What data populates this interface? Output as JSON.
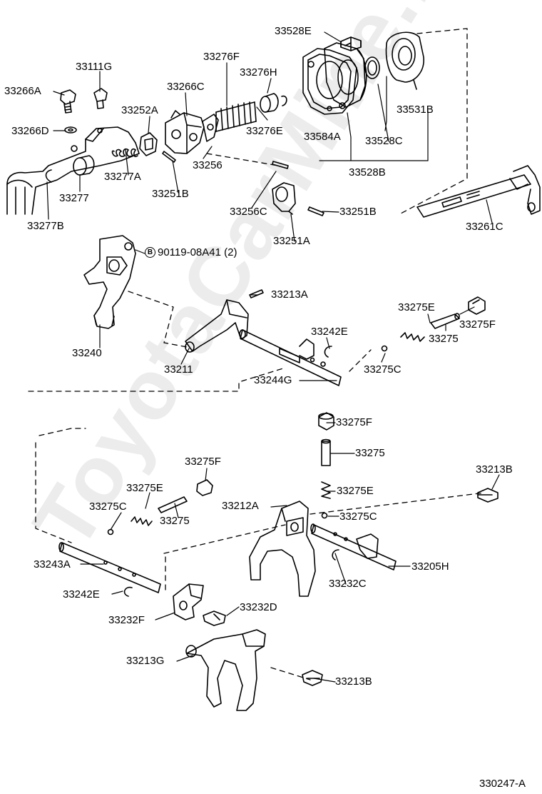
{
  "labels": {
    "p33528E": "33528E",
    "p33111G": "33111G",
    "p33276F": "33276F",
    "p33276H": "33276H",
    "p33266A": "33266A",
    "p33266C": "33266C",
    "p33252A": "33252A",
    "p33276E": "33276E",
    "p33531B": "33531B",
    "p33266D": "33266D",
    "p33584A": "33584A",
    "p33528C": "33528C",
    "p33256": "33256",
    "p33277A": "33277A",
    "p33528B": "33528B",
    "p33277": "33277",
    "p33251B_a": "33251B",
    "p33256C": "33256C",
    "p33251B_b": "33251B",
    "p33261C": "33261C",
    "p33277B": "33277B",
    "p33251A": "33251A",
    "bolt_circle": "B",
    "p90119": "90119-08A41 (2)",
    "p33213A": "33213A",
    "p33275E_a": "33275E",
    "p33242E_a": "33242E",
    "p33275F_a": "33275F",
    "p33275_a": "33275",
    "p33240": "33240",
    "p33211": "33211",
    "p33275C_a": "33275C",
    "p33244G": "33244G",
    "p33275F_b": "33275F",
    "p33275_b": "33275",
    "p33275F_c": "33275F",
    "p33213B_a": "33213B",
    "p33275E_b": "33275E",
    "p33275E_c": "33275E",
    "p33212A": "33212A",
    "p33275C_b": "33275C",
    "p33275C_c": "33275C",
    "p33275_c": "33275",
    "p33243A": "33243A",
    "p33205H": "33205H",
    "p33232C": "33232C",
    "p33242E_b": "33242E",
    "p33232D": "33232D",
    "p33232F": "33232F",
    "p33213G": "33213G",
    "p33213B_b": "33213B"
  },
  "diagram_code": "330247-A",
  "watermark": "ToyotaCarMine.ru"
}
